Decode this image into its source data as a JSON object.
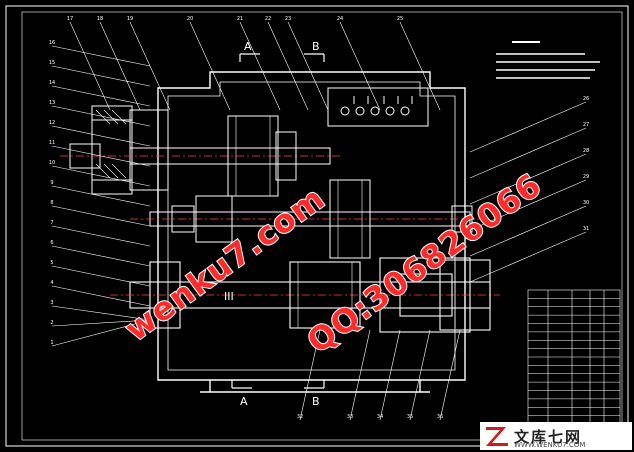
{
  "drawing": {
    "section_labels": [
      "A",
      "B",
      "A",
      "B"
    ],
    "shaft_marker": "III",
    "callouts_top": [
      "17",
      "18",
      "19",
      "20",
      "21",
      "22",
      "23",
      "24",
      "25"
    ],
    "callouts_left": [
      "16",
      "15",
      "14",
      "13",
      "12",
      "11",
      "10",
      "9",
      "8",
      "7",
      "6",
      "5",
      "4",
      "3",
      "2",
      "1"
    ],
    "callouts_right": [
      "26",
      "27",
      "28",
      "29",
      "30",
      "31"
    ],
    "callouts_bottom": [
      "32",
      "33",
      "34",
      "35",
      "36"
    ]
  },
  "colors": {
    "background": "#000000",
    "housing": "#ffffff",
    "gears": "#ffffff",
    "centerline": "#ff4040",
    "accent": "#3fd0e0",
    "watermark": "#ff2a2a"
  },
  "watermark": {
    "site": "wenku7.com",
    "qq": "QQ:306826066"
  },
  "logo": {
    "icon": "z-logo-icon",
    "name": "文库七网",
    "url": "WWW.WENKU7.COM"
  }
}
